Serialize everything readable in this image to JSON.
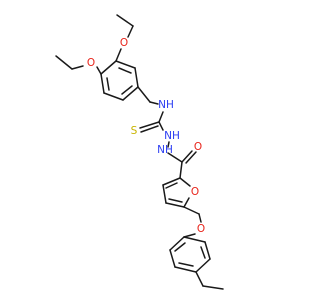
{
  "colors": {
    "bond": "#1a1a1a",
    "O": "#e8231a",
    "N": "#2b3df2",
    "S": "#c8b400"
  },
  "atoms": {
    "o_ethoxy_top": "O",
    "o_ethoxy_left": "O",
    "nh_thiourea": "NH",
    "s_thione": "S",
    "nh_hydrazine_1": "NH",
    "nh_hydrazine_2": "NH",
    "o_carbonyl": "O",
    "o_furan": "O",
    "o_ether": "O"
  }
}
